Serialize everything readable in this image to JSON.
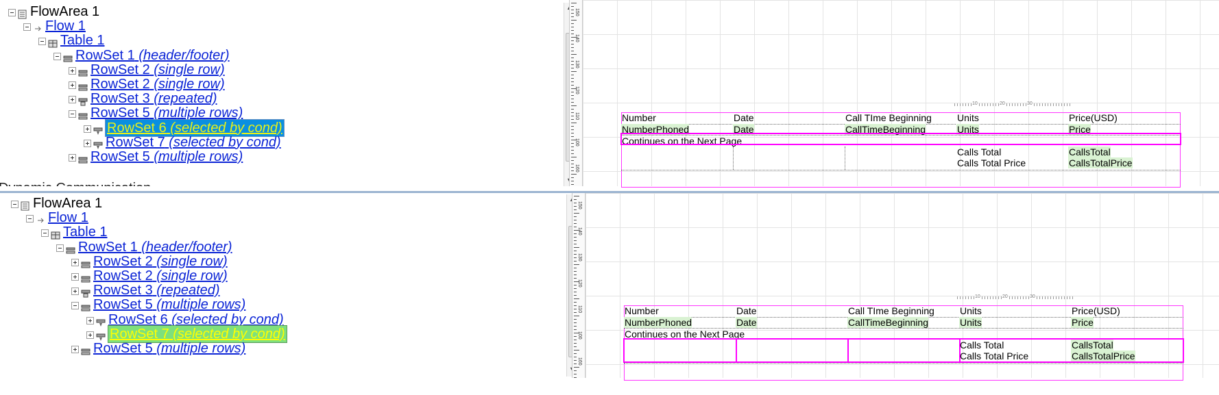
{
  "tree_top": {
    "nodes": [
      {
        "label": "FlowArea 1",
        "suffix": "",
        "link": false,
        "expander": "minus",
        "icon": "flowarea-icon"
      },
      {
        "label": "Flow 1",
        "suffix": "",
        "link": true,
        "expander": "minus",
        "icon": "flow-icon"
      },
      {
        "label": "Table 1",
        "suffix": "",
        "link": true,
        "expander": "minus",
        "icon": "table-icon"
      },
      {
        "label": "RowSet 1",
        "suffix": "(header/footer)",
        "link": true,
        "expander": "minus",
        "icon": "rowset-icon"
      },
      {
        "label": "RowSet 2",
        "suffix": "(single row)",
        "link": true,
        "expander": "plus",
        "icon": "rowset-icon"
      },
      {
        "label": "RowSet 2",
        "suffix": "(single row)",
        "link": true,
        "expander": "plus",
        "icon": "rowset-icon"
      },
      {
        "label": "RowSet 3",
        "suffix": "(repeated)",
        "link": true,
        "expander": "plus",
        "icon": "repeated-rowset-icon"
      },
      {
        "label": "RowSet 5",
        "suffix": "(multiple rows)",
        "link": true,
        "expander": "minus",
        "icon": "rowset-icon"
      },
      {
        "label": "RowSet 6",
        "suffix": "(selected by cond)",
        "link": true,
        "expander": "plus",
        "icon": "conditional-rowset-icon",
        "selected": true
      },
      {
        "label": "RowSet 7",
        "suffix": "(selected by cond)",
        "link": true,
        "expander": "plus",
        "icon": "conditional-rowset-icon"
      },
      {
        "label": "RowSet 5",
        "suffix": "(multiple rows)",
        "link": true,
        "expander": "plus",
        "icon": "rowset-icon"
      }
    ],
    "cut_off_text": "Dynamic Communication"
  },
  "tree_bottom": {
    "nodes": [
      {
        "label": "FlowArea 1",
        "suffix": "",
        "link": false,
        "expander": "minus",
        "icon": "flowarea-icon"
      },
      {
        "label": "Flow 1",
        "suffix": "",
        "link": true,
        "expander": "minus",
        "icon": "flow-icon"
      },
      {
        "label": "Table 1",
        "suffix": "",
        "link": true,
        "expander": "minus",
        "icon": "table-icon"
      },
      {
        "label": "RowSet 1",
        "suffix": "(header/footer)",
        "link": true,
        "expander": "minus",
        "icon": "rowset-icon"
      },
      {
        "label": "RowSet 2",
        "suffix": "(single row)",
        "link": true,
        "expander": "plus",
        "icon": "rowset-icon"
      },
      {
        "label": "RowSet 2",
        "suffix": "(single row)",
        "link": true,
        "expander": "plus",
        "icon": "rowset-icon"
      },
      {
        "label": "RowSet 3",
        "suffix": "(repeated)",
        "link": true,
        "expander": "plus",
        "icon": "repeated-rowset-icon"
      },
      {
        "label": "RowSet 5",
        "suffix": "(multiple rows)",
        "link": true,
        "expander": "minus",
        "icon": "rowset-icon"
      },
      {
        "label": "RowSet 6",
        "suffix": "(selected by cond)",
        "link": true,
        "expander": "plus",
        "icon": "conditional-rowset-icon"
      },
      {
        "label": "RowSet 7",
        "suffix": "(selected by cond)",
        "link": true,
        "expander": "plus",
        "icon": "conditional-rowset-icon",
        "selected": true
      },
      {
        "label": "RowSet 5",
        "suffix": "(multiple rows)",
        "link": true,
        "expander": "plus",
        "icon": "rowset-icon"
      }
    ]
  },
  "ruler": {
    "labels": [
      "150",
      "140",
      "130",
      "120",
      "110",
      "100",
      "160"
    ],
    "mini_labels": [
      "10",
      "20",
      "30"
    ]
  },
  "table": {
    "header": [
      "Number",
      "Date",
      "Call TIme Beginning",
      "Units",
      "Price(USD)"
    ],
    "data": [
      "NumberPhoned",
      "Date",
      "CallTimeBeginning",
      "Units",
      "Price"
    ],
    "continues": "Continues on the Next Page",
    "footer_labels": [
      "Calls Total",
      "Calls Total Price"
    ],
    "footer_values": [
      "CallsTotal",
      "CallsTotalPrice"
    ]
  },
  "colors": {
    "link": "#0b24d6",
    "selection_blue": "#0a8fe0",
    "selection_green": "#7ee07c",
    "highlight_magenta": "#ff00ff",
    "field_green": "#d9f2d2"
  }
}
